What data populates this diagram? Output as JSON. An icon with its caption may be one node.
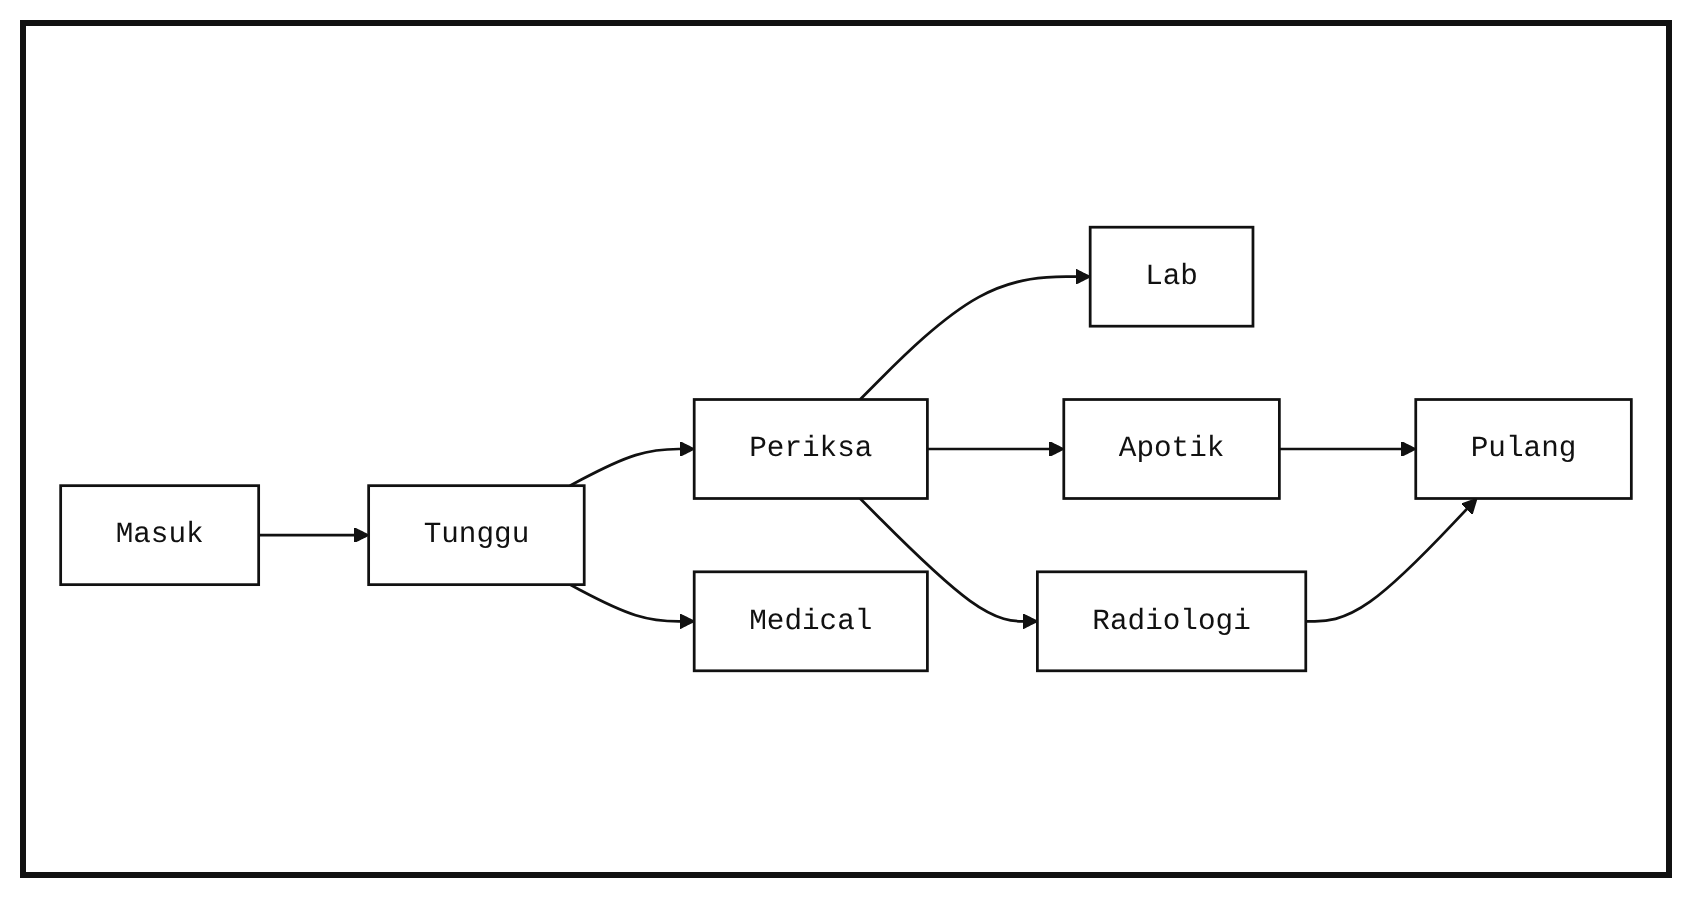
{
  "diagram": {
    "nodes": [
      {
        "text": [
          "Tunggu"
        ]
      },
      {
        "text": [
          "Periksa"
        ]
      },
      {
        "text": [
          "Lab"
        ]
      },
      {
        "text": [
          "Medical"
        ]
      },
      {
        "text": [
          "Apotik"
        ]
      },
      {
        "text": [
          "Radiologi"
        ]
      },
      {
        "text": [
          "Masuk"
        ]
      },
      {
        "text": [
          "Pulang"
        ]
      }
    ],
    "edges": [
      {
        "from": 6,
        "to": 0,
        "arrow": "to"
      },
      {
        "from": 0,
        "to": 1,
        "arrow": "to"
      },
      {
        "from": 0,
        "to": 3,
        "arrow": "to"
      },
      {
        "from": 1,
        "to": 2,
        "arrow": "to"
      },
      {
        "from": 1,
        "to": 4,
        "arrow": "to"
      },
      {
        "from": 1,
        "to": 5,
        "arrow": "to"
      },
      {
        "from": 4,
        "to": 7,
        "arrow": "to"
      },
      {
        "from": 5,
        "to": 7,
        "arrow": "to"
      }
    ]
  }
}
